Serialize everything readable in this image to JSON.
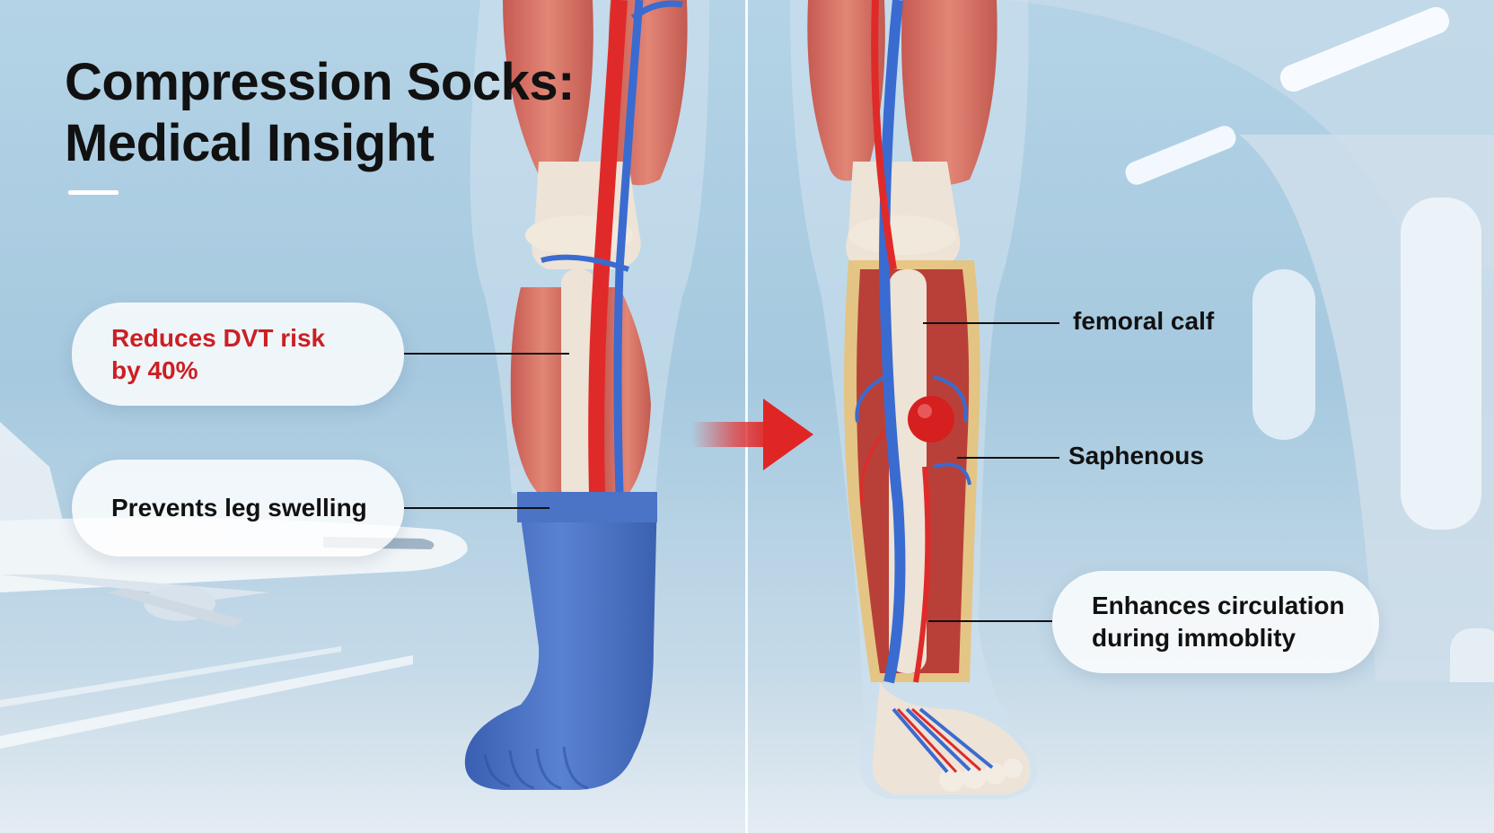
{
  "title": {
    "line1": "Compression Socks:",
    "line2": "Medical Insight"
  },
  "callouts": {
    "dvt_line1": "Reduces DVT risk",
    "dvt_line2": "by 40%",
    "swelling": "Prevents leg swelling",
    "circulation_line1": "Enhances circulation",
    "circulation_line2": "during immoblity"
  },
  "labels": {
    "femoral": "femoral calf",
    "saphenous": "Saphenous"
  },
  "colors": {
    "accent_red": "#cc1f24",
    "sock_blue": "#4a72c6",
    "vein_blue": "#3a6bd0",
    "artery_red": "#e02a2a",
    "muscle": "#d86e63",
    "bone": "#ede3d6"
  },
  "icons": [
    "airplane-icon",
    "right-arrow-icon"
  ]
}
